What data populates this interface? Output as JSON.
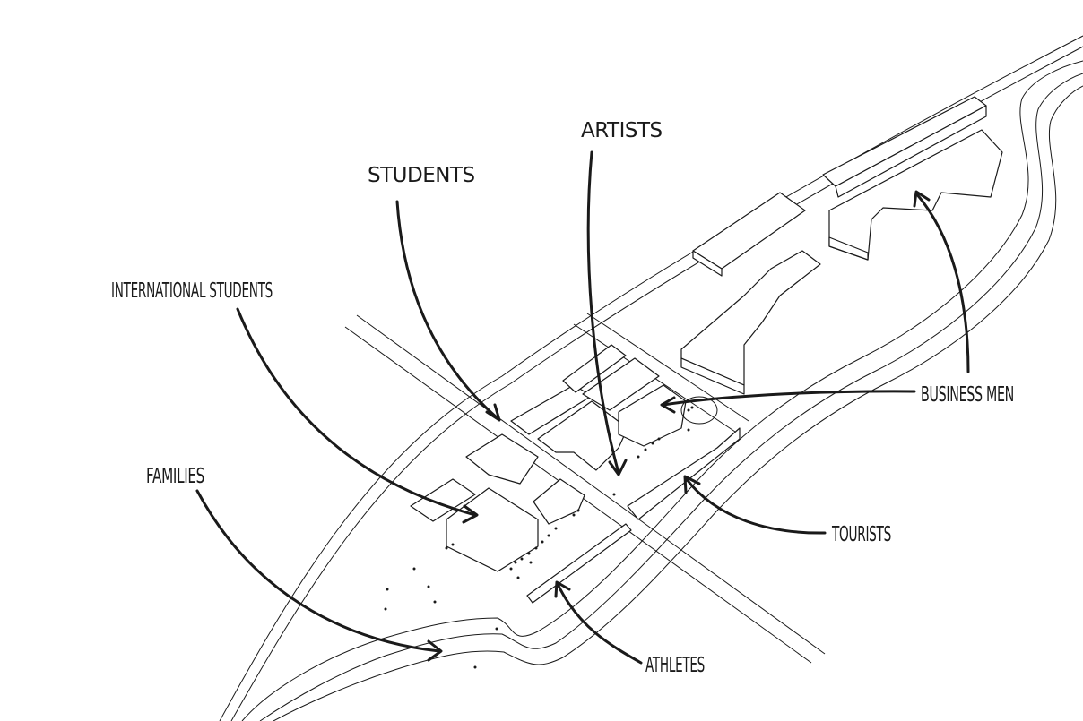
{
  "labels": {
    "students": "STUDENTS",
    "artists": "ARTISTS",
    "international_students": "INTERNATIONAL STUDENTS",
    "business_men": "BUSINESS MEN",
    "families": "FAMILIES",
    "tourists": "TOURISTS",
    "athletes": "ATHLETES"
  },
  "colors": {
    "ink": "#1a1a1a",
    "paper": "#ffffff"
  }
}
